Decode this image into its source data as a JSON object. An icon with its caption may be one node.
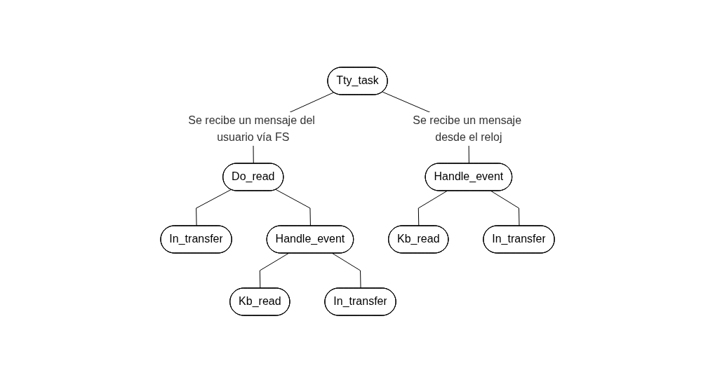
{
  "diagram": {
    "nodes": [
      {
        "text": [
          "Tty_task"
        ]
      },
      {
        "text": [
          "Do_read"
        ]
      },
      {
        "text": [
          "In_transfer"
        ]
      },
      {
        "text": [
          "Handle_event"
        ]
      },
      {
        "text": [
          "Kb_read"
        ]
      },
      {
        "text": [
          "In_transfer"
        ]
      },
      {
        "text": [
          "Handle_event"
        ]
      },
      {
        "text": [
          "Kb_read"
        ]
      },
      {
        "text": [
          "In_transfer"
        ]
      }
    ],
    "edges": [
      {
        "from": 0,
        "to": 1,
        "arrow": "none",
        "label": "Se recibe un mensaje del usuario vía FS"
      },
      {
        "from": 0,
        "to": 6,
        "arrow": "none",
        "label": "Se recibe un mensaje desde el reloj"
      },
      {
        "from": 1,
        "to": 2,
        "arrow": "none"
      },
      {
        "from": 1,
        "to": 3,
        "arrow": "none"
      },
      {
        "from": 3,
        "to": 4,
        "arrow": "none"
      },
      {
        "from": 3,
        "to": 5,
        "arrow": "none"
      },
      {
        "from": 6,
        "to": 7,
        "arrow": "none"
      },
      {
        "from": 6,
        "to": 8,
        "arrow": "none"
      }
    ]
  }
}
